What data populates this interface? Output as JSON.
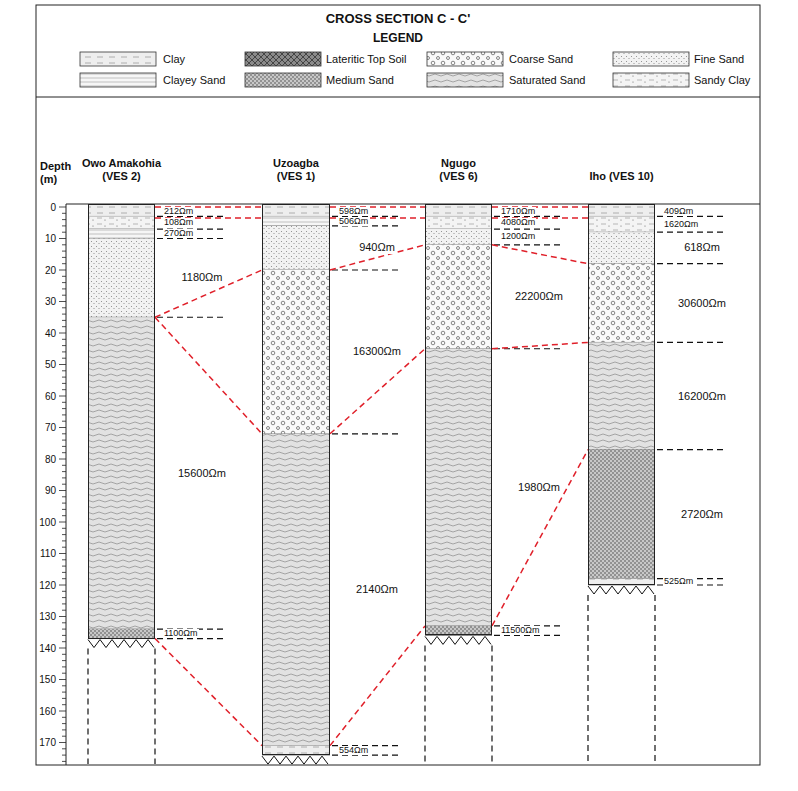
{
  "diagram": {
    "title": "CROSS SECTION C - C'",
    "nodes": [
      {
        "text": [
          "Owo Amakohia (VES 2)"
        ]
      },
      {
        "text": [
          "Uzoagba (VES 1)"
        ]
      },
      {
        "text": [
          "Ngugo (VES 6)"
        ]
      },
      {
        "text": [
          "Iho (VES 10)"
        ]
      }
    ],
    "labels": [
      "LEGEND",
      "Depth (m)",
      "0",
      "10",
      "20",
      "30",
      "40",
      "50",
      "60",
      "70",
      "80",
      "90",
      "100",
      "110",
      "120",
      "130",
      "140",
      "150",
      "160",
      "170",
      "212Ωm",
      "108Ωm",
      "270Ωm",
      "1180Ωm",
      "15600Ωm",
      "1100Ωm",
      "598Ωm",
      "506Ωm",
      "940Ωm",
      "16300Ωm",
      "2140Ωm",
      "554Ωm",
      "1710Ωm",
      "4080Ωm",
      "1200Ωm",
      "22200Ωm",
      "1980Ωm",
      "11500Ωm",
      "409Ωm",
      "1620Ωm",
      "618Ωm",
      "30600Ωm",
      "16200Ωm",
      "2720Ωm",
      "525Ωm"
    ],
    "legend": [
      {
        "text": "Clay"
      },
      {
        "text": "Lateritic Top Soil"
      },
      {
        "text": "Coarse Sand"
      },
      {
        "text": "Fine Sand"
      },
      {
        "text": "Clayey Sand"
      },
      {
        "text": "Medium Sand"
      },
      {
        "text": "Saturated Sand"
      },
      {
        "text": "Sandy Clay"
      }
    ]
  }
}
